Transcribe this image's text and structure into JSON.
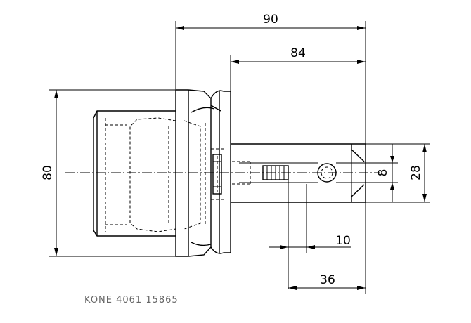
{
  "dimensions": {
    "overall_length": "90",
    "body_length": "84",
    "outer_diameter": "80",
    "shank_diameter": "28",
    "inner_diameter": "8",
    "bolt_length": "10",
    "pin_position": "36"
  },
  "part_reference": "KONE 4061 15865"
}
